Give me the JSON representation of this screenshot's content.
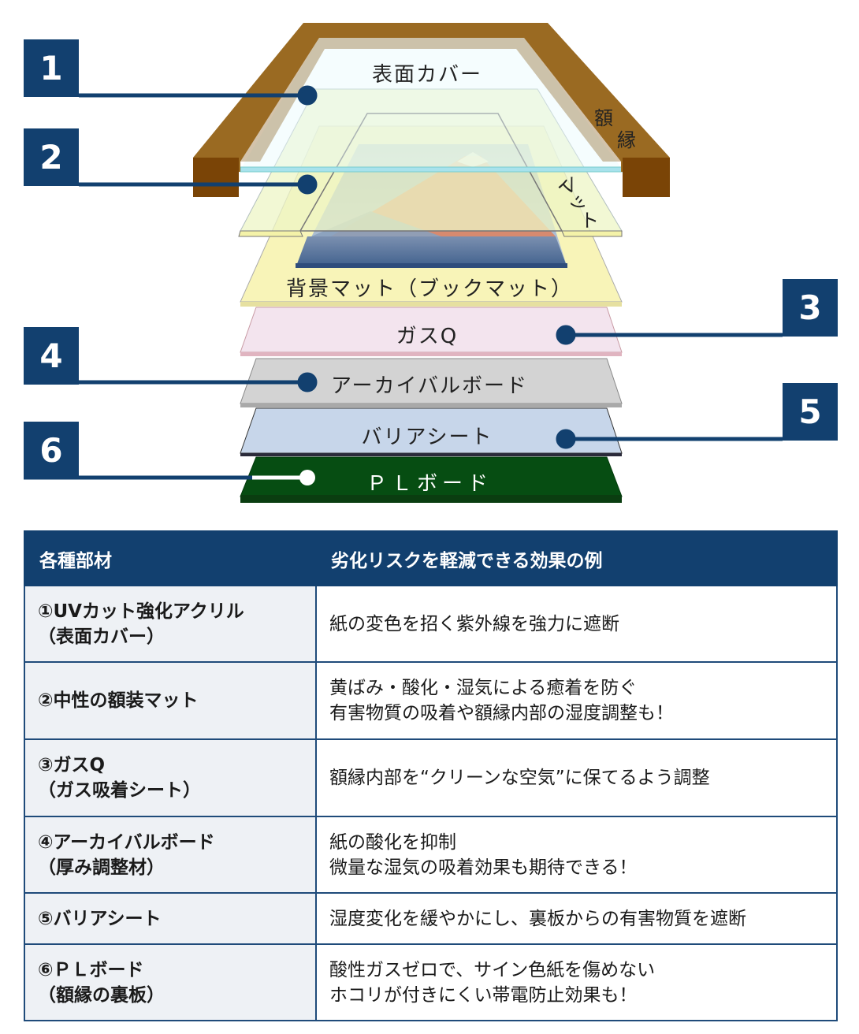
{
  "diagram": {
    "frame_label": "額縁",
    "frame_label_chars": [
      "額",
      "縁"
    ],
    "layers": [
      {
        "id": 1,
        "label": "表面カバー",
        "color": "#eefafc"
      },
      {
        "id": 2,
        "label": "マット",
        "color": "#f6f7c8"
      },
      {
        "id": "bg",
        "label": "背景マット（ブックマット）",
        "color": "#f8f4b8"
      },
      {
        "id": 3,
        "label": "ガスQ",
        "color": "#f3e4ee"
      },
      {
        "id": 4,
        "label": "アーカイバルボード",
        "color": "#d3d3d3"
      },
      {
        "id": 5,
        "label": "バリアシート",
        "color": "#c7d6ea"
      },
      {
        "id": 6,
        "label": "ＰＬボード",
        "color": "#064d12"
      }
    ],
    "mat_vertical_chars": [
      "マ",
      "ッ",
      "ト"
    ],
    "badges": [
      "1",
      "2",
      "3",
      "4",
      "5",
      "6"
    ],
    "colors": {
      "badge": "#12406f",
      "frame_top": "#9a6a22",
      "frame_side": "#7a4406",
      "glass_edge": "#a8e2ec"
    }
  },
  "table": {
    "headers": [
      "各種部材",
      "劣化リスクを軽減できる効果の例"
    ],
    "rows": [
      {
        "part": [
          "①UVカット強化アクリル",
          "（表面カバー）"
        ],
        "effect": [
          "紙の変色を招く紫外線を強力に遮断"
        ]
      },
      {
        "part": [
          "②中性の額装マット"
        ],
        "effect": [
          "黄ばみ・酸化・湿気による癒着を防ぐ",
          "有害物質の吸着や額縁内部の湿度調整も！"
        ]
      },
      {
        "part": [
          "③ガスQ",
          "（ガス吸着シート）"
        ],
        "effect": [
          "額縁内部を“クリーンな空気”に保てるよう調整"
        ]
      },
      {
        "part": [
          "④アーカイバルボード",
          "（厚み調整材）"
        ],
        "effect": [
          "紙の酸化を抑制",
          "微量な湿気の吸着効果も期待できる！"
        ]
      },
      {
        "part": [
          "⑤バリアシート"
        ],
        "effect": [
          "湿度変化を緩やかにし、裏板からの有害物質を遮断"
        ]
      },
      {
        "part": [
          "⑥ＰＬボード",
          "（額縁の裏板）"
        ],
        "effect": [
          "酸性ガスゼロで、サイン色紙を傷めない",
          "ホコリが付きにくい帯電防止効果も！"
        ]
      }
    ]
  }
}
